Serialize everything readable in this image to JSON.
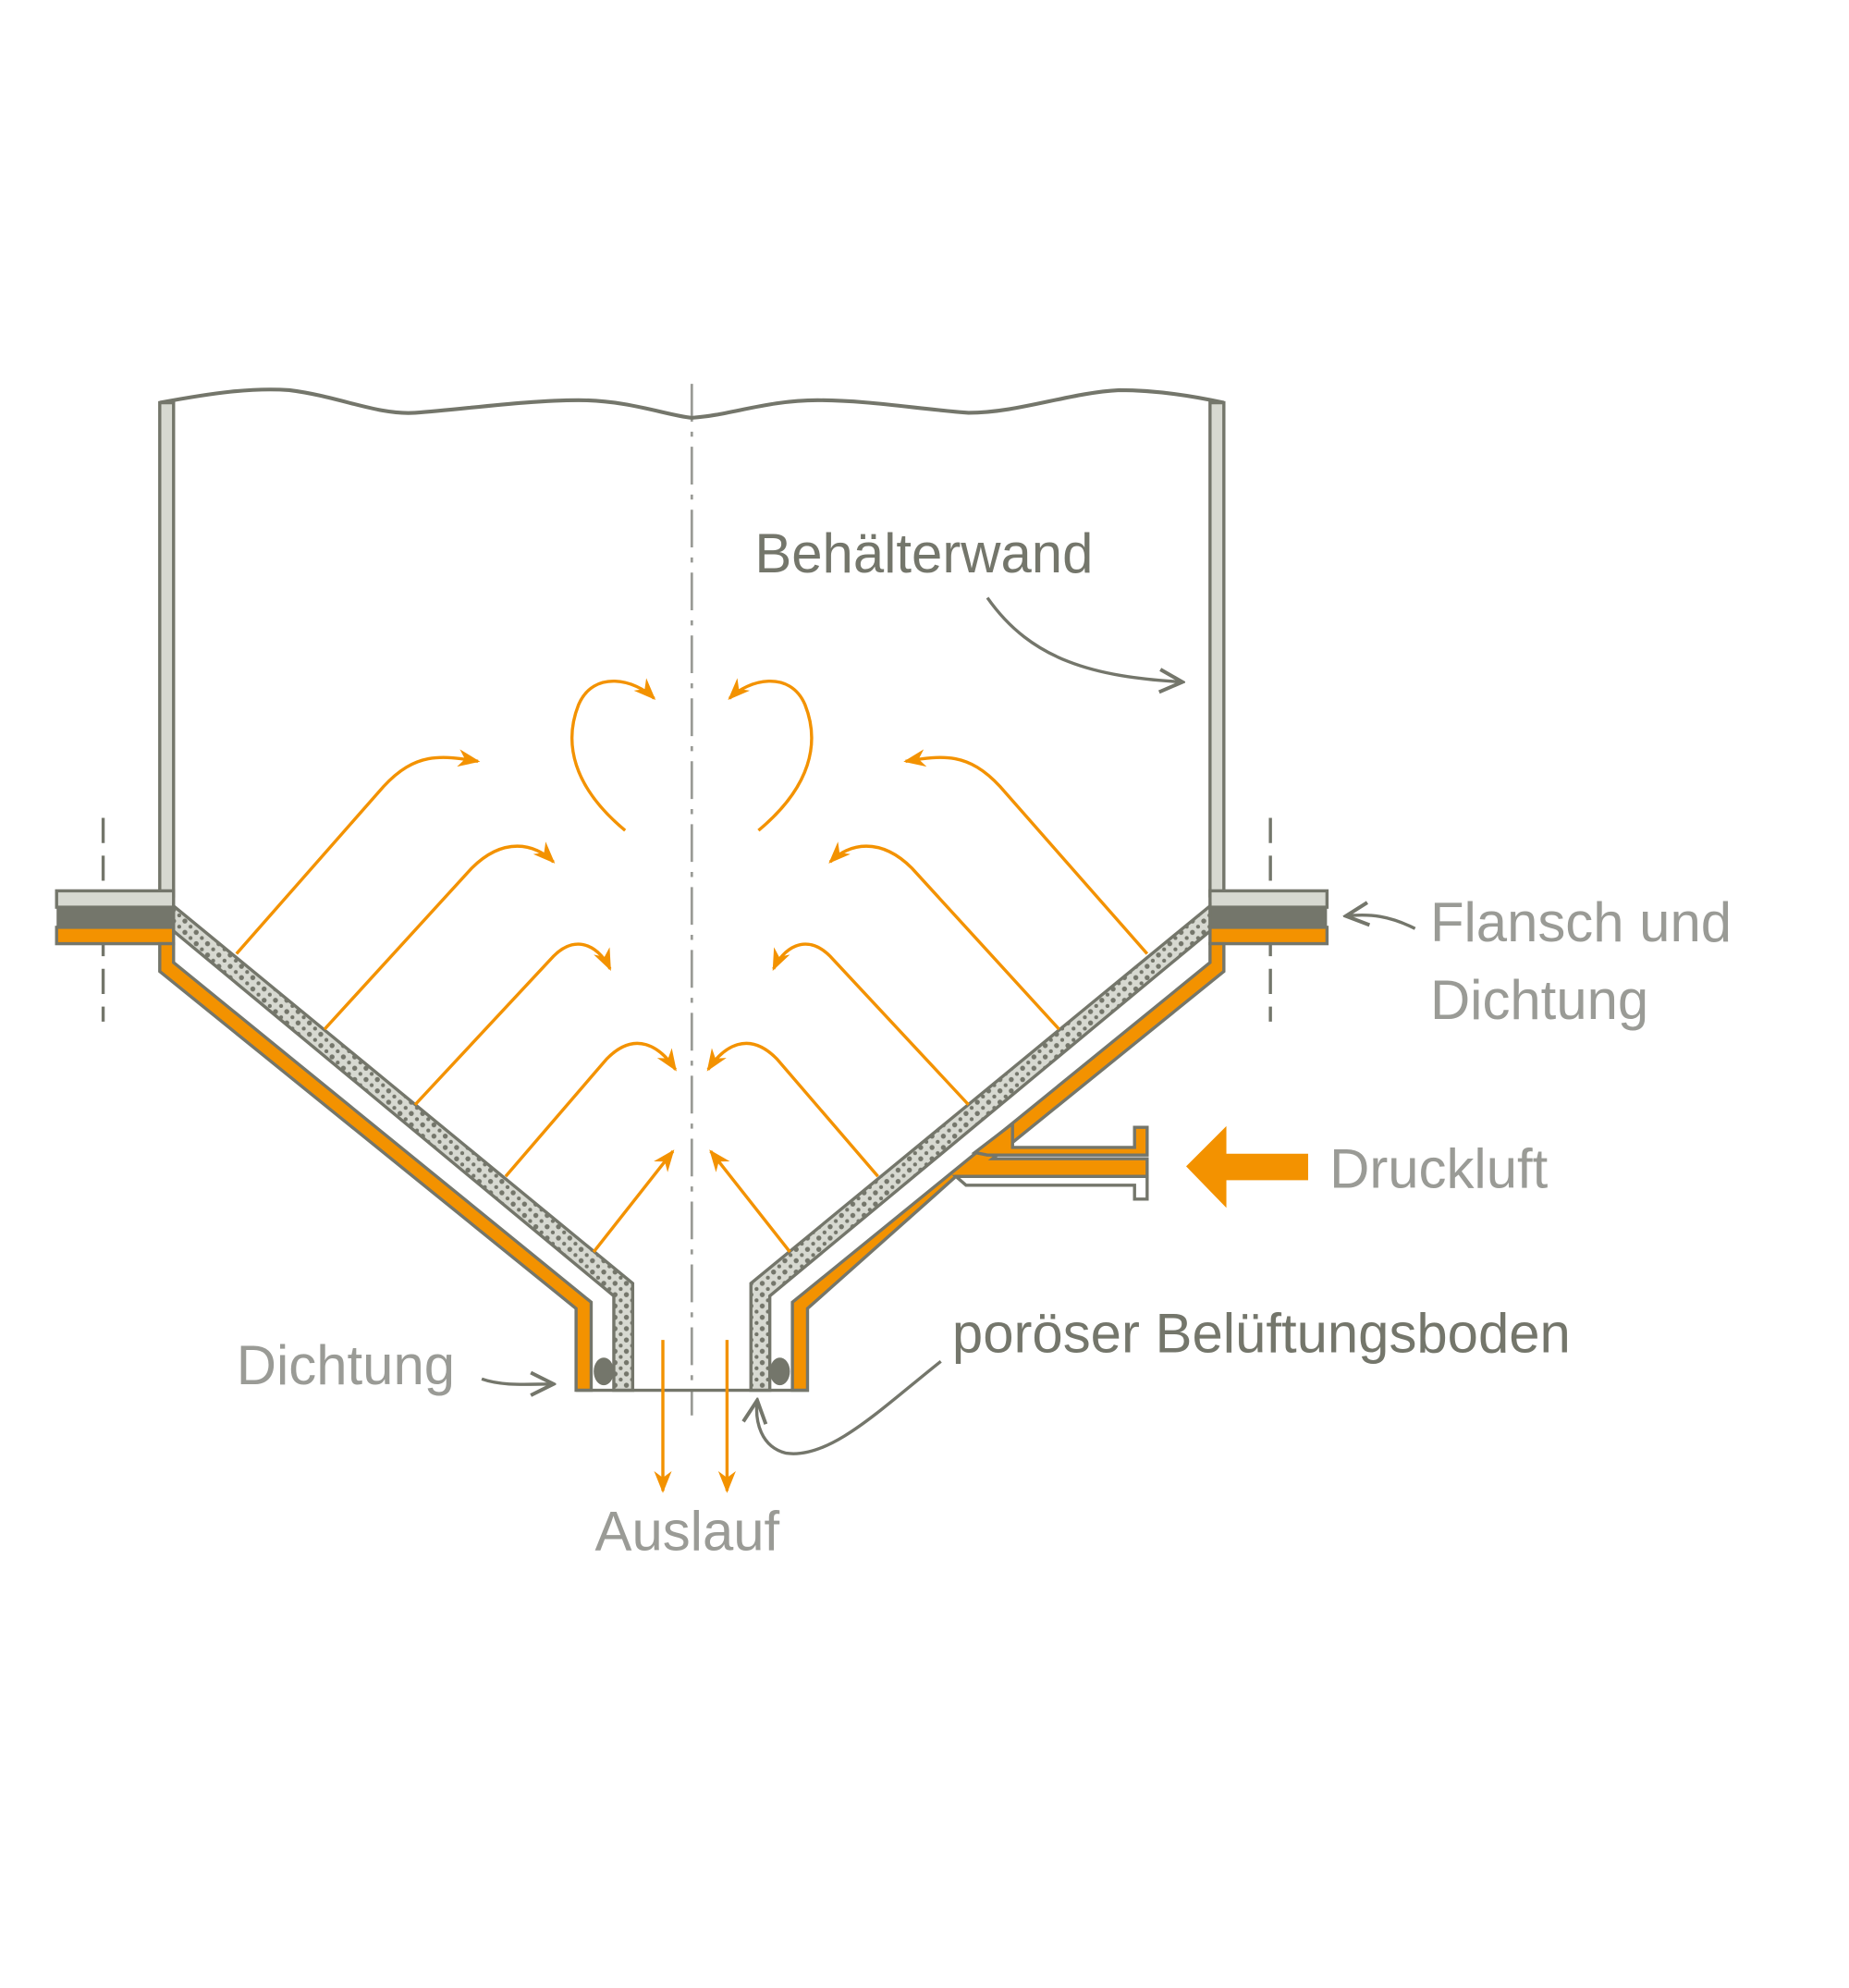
{
  "diagram": {
    "labels": {
      "container_wall": "Behälterwand",
      "flange_line1": "Flansch und",
      "flange_line2": "Dichtung",
      "compressed_air": "Druckluft",
      "porous_floor": "poröser Belüftungsboden",
      "seal": "Dichtung",
      "outlet": "Auslauf"
    },
    "colors": {
      "accent": "#f39200",
      "outline": "#74766b",
      "wall_fill": "#d7d9d1",
      "text_light": "#9a9b96"
    }
  }
}
